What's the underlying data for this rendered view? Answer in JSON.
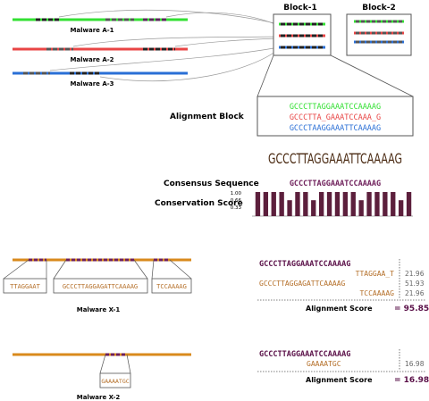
{
  "colors": {
    "green": "#33e033",
    "red": "#e84545",
    "blue": "#2a6fd6",
    "orange": "#d98a1c",
    "purple": "#6e1f5a",
    "dark_purple": "#5a1048",
    "brown_text": "#b5702a",
    "bar": "#5c1f3c",
    "gray": "#888888"
  },
  "block_labels": {
    "block1": "Block-1",
    "block2": "Block-2"
  },
  "malware_a": [
    {
      "label": "Malware A-1",
      "color": "green"
    },
    {
      "label": "Malware A-2",
      "color": "red"
    },
    {
      "label": "Malware A-3",
      "color": "blue"
    }
  ],
  "alignment_block": {
    "title": "Alignment Block",
    "rows": [
      {
        "text": "GCCCTTAGGAAATCCAAAAG",
        "color": "green"
      },
      {
        "text": "GCCCTTA_GAAATCCAAA_G",
        "color": "red"
      },
      {
        "text": "GCCCTAAGGAAATTCAAAAG",
        "color": "blue"
      }
    ]
  },
  "logo": {
    "text": "GCCCTTAGGAAATTCAAAAG"
  },
  "consensus": {
    "label": "Consensus Sequence",
    "sequence": "GCCCTTAGGAAATCCAAAAG"
  },
  "conservation": {
    "label": "Conservation Score",
    "ticks": [
      "1.00",
      "0.66",
      "0.33"
    ],
    "values": [
      1.0,
      1.0,
      1.0,
      1.0,
      0.66,
      1.0,
      1.0,
      0.66,
      1.0,
      1.0,
      1.0,
      1.0,
      1.0,
      0.66,
      1.0,
      1.0,
      1.0,
      1.0,
      0.66,
      1.0
    ]
  },
  "malware_x1": {
    "label": "Malware X-1",
    "fragments": [
      "TTAGGAAT",
      "GCCCTTAGGAGATTCAAAAG",
      "TCCAAAAG"
    ],
    "alignment": {
      "consensus": "GCCCTTAGGAAATCCAAAAG",
      "rows": [
        {
          "text": "TTAGGAA_T",
          "score": "21.96"
        },
        {
          "text": "GCCCTTAGGAGATTCAAAAG",
          "score": "51.93"
        },
        {
          "text": "TCCAAAAG",
          "score": "21.96"
        }
      ]
    },
    "score_label": "Alignment Score",
    "total": "= 95.85"
  },
  "malware_x2": {
    "label": "Malware X-2",
    "fragments": [
      "GAAAATGC"
    ],
    "alignment": {
      "consensus": "GCCCTTAGGAAATCCAAAAG",
      "rows": [
        {
          "text": "GAAAATGC",
          "score": "16.98"
        }
      ]
    },
    "score_label": "Alignment Score",
    "total": "= 16.98"
  }
}
